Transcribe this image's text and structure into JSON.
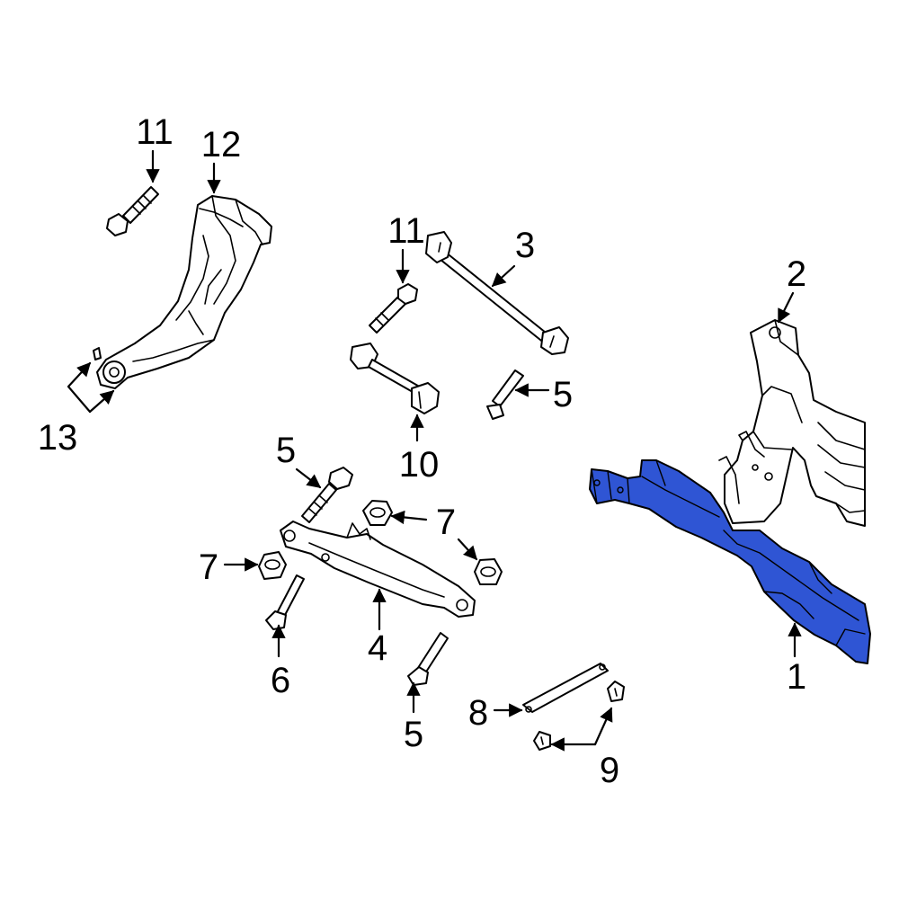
{
  "colors": {
    "highlight": "#2f55d4",
    "line": "#000000",
    "background": "#ffffff"
  },
  "callouts": {
    "c1": "1",
    "c2": "2",
    "c3": "3",
    "c4": "4",
    "c5a": "5",
    "c5b": "5",
    "c5c": "5",
    "c6": "6",
    "c7a": "7",
    "c7b": "7",
    "c8": "8",
    "c9": "9",
    "c10": "10",
    "c11a": "11",
    "c11b": "11",
    "c12": "12",
    "c13": "13"
  }
}
